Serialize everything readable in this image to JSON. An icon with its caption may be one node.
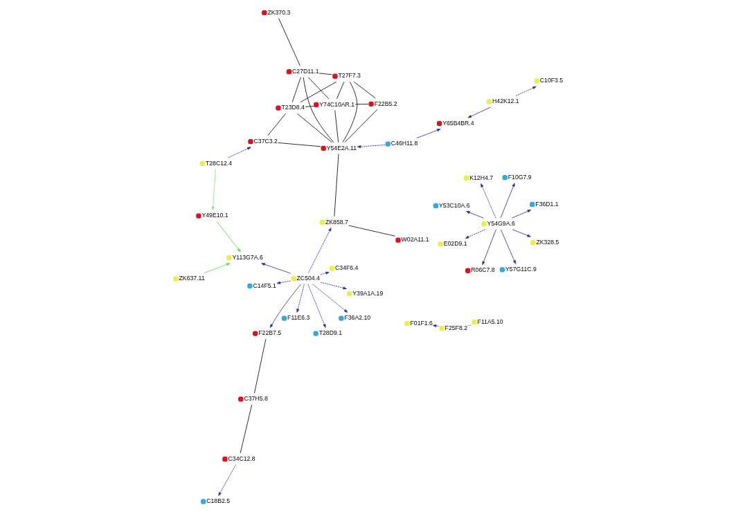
{
  "diagram": {
    "nodes": [
      {
        "text": [],
        "shape": "circle",
        "beside": [
          "C18B2.5"
        ]
      },
      {
        "text": [],
        "shape": "circle",
        "beside": [
          "C34C12.8"
        ]
      },
      {
        "text": [],
        "shape": "circle",
        "beside": [
          "C37H5.8"
        ]
      },
      {
        "text": [],
        "shape": "circle",
        "beside": [
          "F22B7.5"
        ]
      },
      {
        "text": [],
        "shape": "circle",
        "beside": [
          "ZK637.11"
        ]
      },
      {
        "text": [],
        "shape": "circle",
        "beside": [
          "Y113G7A.6"
        ]
      },
      {
        "text": [],
        "shape": "circle",
        "beside": [
          "Y49E10.1"
        ]
      },
      {
        "text": [],
        "shape": "circle",
        "beside": [
          "Y39A1A.19"
        ]
      },
      {
        "text": [],
        "shape": "circle",
        "beside": [
          "C14F5.1"
        ]
      },
      {
        "text": [],
        "shape": "circle",
        "beside": [
          "Y53C10A.6"
        ]
      },
      {
        "text": [],
        "shape": "circle",
        "beside": [
          "F36D1.1"
        ]
      },
      {
        "text": [],
        "shape": "circle",
        "beside": [
          "R06C7.8"
        ]
      },
      {
        "text": [],
        "shape": "circle",
        "beside": [
          "T28D9.1"
        ]
      },
      {
        "text": [],
        "shape": "circle",
        "beside": [
          "F11E6.3"
        ]
      },
      {
        "text": [],
        "shape": "circle",
        "beside": [
          "ZC504.4"
        ]
      },
      {
        "text": [],
        "shape": "circle",
        "beside": [
          "C34F6.4"
        ]
      },
      {
        "text": [],
        "shape": "circle",
        "beside": [
          "W02A11.1"
        ]
      },
      {
        "text": [],
        "shape": "circle",
        "beside": [
          "K12H4.7"
        ]
      },
      {
        "text": [],
        "shape": "circle",
        "beside": [
          "F10G7.9"
        ]
      },
      {
        "text": [],
        "shape": "circle",
        "beside": [
          "Y54G9A.6"
        ]
      },
      {
        "text": [],
        "shape": "circle",
        "beside": [
          "ZK858.7"
        ]
      },
      {
        "text": [],
        "shape": "circle",
        "beside": [
          "F36A2.10"
        ]
      },
      {
        "text": [],
        "shape": "circle",
        "beside": [
          "E02D9.1"
        ]
      },
      {
        "text": [],
        "shape": "circle",
        "beside": [
          "F01F1.6"
        ]
      },
      {
        "text": [],
        "shape": "circle",
        "beside": [
          "T27F7.3"
        ]
      },
      {
        "text": [],
        "shape": "circle",
        "beside": [
          "Y74C10AR.1"
        ]
      },
      {
        "text": [],
        "shape": "circle",
        "beside": [
          "F11A5.10"
        ]
      },
      {
        "text": [],
        "shape": "circle",
        "beside": [
          "ZK370.3"
        ]
      },
      {
        "text": [],
        "shape": "circle",
        "beside": [
          "T28C12.4"
        ]
      },
      {
        "text": [],
        "shape": "circle",
        "beside": [
          "F25F8.2"
        ]
      },
      {
        "text": [],
        "shape": "circle",
        "beside": [
          "C10F3.5"
        ]
      },
      {
        "text": [],
        "shape": "circle",
        "beside": [
          "C37C3.2"
        ]
      },
      {
        "text": [],
        "shape": "circle",
        "beside": [
          "F22B5.2"
        ]
      },
      {
        "text": [],
        "shape": "circle",
        "beside": [
          "C27D11.1"
        ]
      },
      {
        "text": [],
        "shape": "circle",
        "beside": [
          "T23D8.4"
        ]
      },
      {
        "text": [],
        "shape": "circle",
        "beside": [
          "H42K12.1"
        ]
      },
      {
        "text": [],
        "shape": "circle",
        "beside": [
          "ZK328.5"
        ]
      },
      {
        "text": [],
        "shape": "circle",
        "beside": [
          "Y57G11C.9"
        ]
      },
      {
        "text": [],
        "shape": "circle",
        "beside": [
          "Y65B4BR.4"
        ]
      },
      {
        "text": [],
        "shape": "circle",
        "beside": [
          "C46H11.8"
        ]
      },
      {
        "text": [],
        "shape": "circle",
        "beside": [
          "Y54E2A.11"
        ]
      }
    ],
    "edges": [
      {
        "from": 1,
        "to": 0,
        "arrow": "to",
        "style": "dashed"
      },
      {
        "from": 1,
        "to": 2,
        "arrow": "none",
        "color": "#000000"
      },
      {
        "from": 2,
        "to": 3,
        "arrow": "none",
        "color": "#000000"
      },
      {
        "from": 4,
        "to": 5,
        "arrow": "to",
        "color": "#55dd44"
      },
      {
        "from": 6,
        "to": 5,
        "arrow": "to",
        "color": "#55dd44"
      },
      {
        "from": 28,
        "to": 6,
        "arrow": "to",
        "color": "#88e088"
      },
      {
        "from": 14,
        "to": 5,
        "arrow": "to"
      },
      {
        "from": 14,
        "to": 3,
        "arrow": "to"
      },
      {
        "from": 14,
        "to": 7,
        "arrow": "to",
        "style": "dashed"
      },
      {
        "from": 14,
        "to": 8,
        "arrow": "to",
        "style": "dashed"
      },
      {
        "from": 14,
        "to": 12,
        "arrow": "to",
        "style": "dashed"
      },
      {
        "from": 14,
        "to": 13,
        "arrow": "to",
        "style": "dashed"
      },
      {
        "from": 14,
        "to": 15,
        "arrow": "to",
        "style": "dashed"
      },
      {
        "from": 14,
        "to": 21,
        "arrow": "to",
        "style": "dashed"
      },
      {
        "from": 14,
        "to": 20,
        "arrow": "to",
        "style": "dashed"
      },
      {
        "from": 19,
        "to": 9,
        "arrow": "to"
      },
      {
        "from": 19,
        "to": 10,
        "arrow": "to"
      },
      {
        "from": 19,
        "to": 11,
        "arrow": "to"
      },
      {
        "from": 19,
        "to": 18,
        "arrow": "to"
      },
      {
        "from": 19,
        "to": 17,
        "arrow": "to",
        "style": "dashed"
      },
      {
        "from": 19,
        "to": 22,
        "arrow": "to",
        "style": "dashed"
      },
      {
        "from": 19,
        "to": 36,
        "arrow": "to"
      },
      {
        "from": 19,
        "to": 37,
        "arrow": "to"
      },
      {
        "from": 16,
        "to": 20,
        "arrow": "none",
        "color": "#000000"
      },
      {
        "from": 29,
        "to": 23,
        "arrow": "to",
        "style": "dashed"
      },
      {
        "from": 29,
        "to": 26,
        "arrow": "none",
        "color": "#cc66dd"
      },
      {
        "from": 28,
        "to": 31,
        "arrow": "to",
        "style": "dashed"
      },
      {
        "from": 35,
        "to": 30,
        "arrow": "to",
        "style": "dashed"
      },
      {
        "from": 35,
        "to": 38,
        "arrow": "to"
      },
      {
        "from": 39,
        "to": 38,
        "arrow": "to"
      },
      {
        "from": 39,
        "to": 40,
        "arrow": "to",
        "style": "dashed"
      },
      {
        "from": 24,
        "to": 25,
        "arrow": "none",
        "color": "#000000"
      },
      {
        "from": 24,
        "to": 34,
        "arrow": "none",
        "color": "#000000"
      },
      {
        "from": 24,
        "to": 32,
        "arrow": "none",
        "color": "#000000"
      },
      {
        "from": 24,
        "to": 33,
        "arrow": "none",
        "color": "#000000"
      },
      {
        "from": 24,
        "to": 40,
        "arrow": "none",
        "color": "#000000"
      },
      {
        "from": 25,
        "to": 34,
        "arrow": "none",
        "color": "#000000"
      },
      {
        "from": 25,
        "to": 32,
        "arrow": "none",
        "color": "#000000"
      },
      {
        "from": 25,
        "to": 33,
        "arrow": "none",
        "color": "#000000"
      },
      {
        "from": 25,
        "to": 40,
        "arrow": "none",
        "color": "#000000"
      },
      {
        "from": 33,
        "to": 27,
        "arrow": "none",
        "color": "#000000"
      },
      {
        "from": 33,
        "to": 34,
        "arrow": "none",
        "color": "#000000"
      },
      {
        "from": 33,
        "to": 40,
        "arrow": "none",
        "color": "#000000"
      },
      {
        "from": 31,
        "to": 34,
        "arrow": "none",
        "color": "#000000"
      },
      {
        "from": 31,
        "to": 40,
        "arrow": "none",
        "color": "#000000"
      },
      {
        "from": 34,
        "to": 40,
        "arrow": "none",
        "color": "#000000"
      },
      {
        "from": 32,
        "to": 40,
        "arrow": "none",
        "color": "#000000"
      },
      {
        "from": 20,
        "to": 40,
        "arrow": "none",
        "color": "#000000"
      }
    ]
  }
}
